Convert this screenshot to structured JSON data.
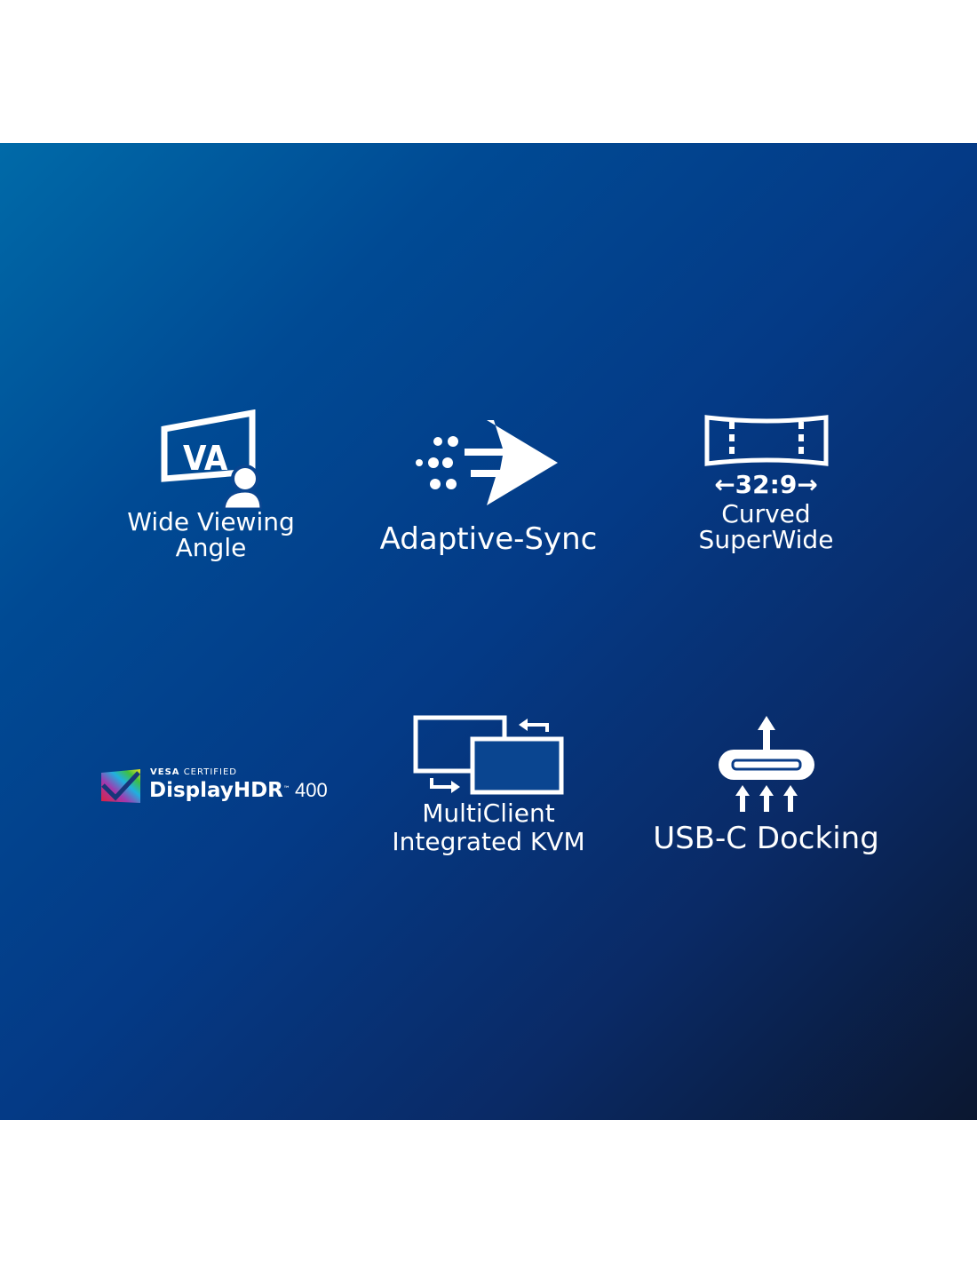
{
  "features": [
    {
      "id": "wide-viewing-angle",
      "icon": "va-panel-icon",
      "icon_text": "VA",
      "label_lines": [
        "Wide Viewing",
        "Angle"
      ]
    },
    {
      "id": "adaptive-sync",
      "icon": "adaptive-sync-arrow-icon",
      "label_lines": [
        "Adaptive-Sync"
      ]
    },
    {
      "id": "curved-superwide",
      "icon": "curved-screen-icon",
      "ratio": "32:9",
      "label_lines": [
        "Curved",
        "SuperWide"
      ]
    },
    {
      "id": "displayhdr",
      "icon": "vesa-displayhdr-logo",
      "certified_vesa": "VESA",
      "certified_text": "CERTIFIED",
      "brand": "DisplayHDR",
      "tm": "™",
      "level": "400"
    },
    {
      "id": "multiclient-kvm",
      "icon": "dual-monitor-switch-icon",
      "label_lines": [
        "MultiClient",
        "Integrated KVM"
      ]
    },
    {
      "id": "usb-c-docking",
      "icon": "usb-c-port-icon",
      "label_lines": [
        "USB-C Docking"
      ]
    }
  ],
  "colors": {
    "panel_top": "#006aa8",
    "panel_bottom": "#0b1730",
    "text": "#ffffff"
  }
}
